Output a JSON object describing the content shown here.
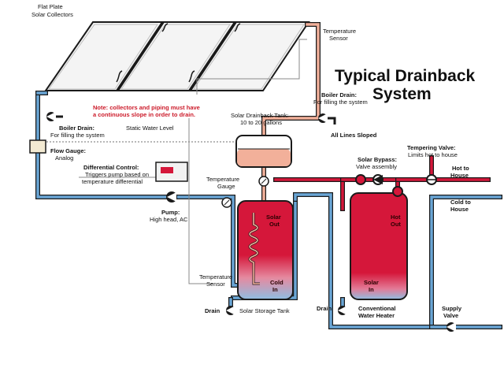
{
  "title": {
    "line1": "Typical Drainback",
    "line2": "System"
  },
  "labels": {
    "collectors": [
      "Flat Plate",
      "Solar Collectors"
    ],
    "temp_sensor_top": [
      "Temperature",
      "Sensor"
    ],
    "note": [
      "Note: collectors and piping must have",
      "a continuous slope in order to drain."
    ],
    "boiler_drain_left": [
      "Boiler Drain:",
      "For filling the system"
    ],
    "boiler_drain_right": [
      "Boiler Drain:",
      "For filling the system"
    ],
    "static_water": "Static Water Level",
    "drainback_tank": [
      "Solar Drainback Tank:",
      "10 to 20 gallons"
    ],
    "all_lines": "All Lines Sloped",
    "flow_gauge": [
      "Flow Gauge:",
      "Analog"
    ],
    "diff_control": [
      "Differential Control:",
      "Triggers pump based on",
      "temperature differential"
    ],
    "temp_gauge": [
      "Temperature",
      "Gauge"
    ],
    "pump": [
      "Pump:",
      "High head, AC"
    ],
    "solar_out": [
      "Solar",
      "Out"
    ],
    "cold_in": [
      "Cold",
      "In"
    ],
    "temp_sensor_bottom": [
      "Temperature",
      "Sensor"
    ],
    "drain_left": "Drain",
    "solar_storage": "Solar Storage Tank",
    "solar_bypass": [
      "Solar Bypass:",
      "Valve assembly"
    ],
    "tempering_valve": [
      "Tempering Valve:",
      "Limits hot to house"
    ],
    "hot_to_house": [
      "Hot to",
      "House"
    ],
    "cold_to_house": [
      "Cold to",
      "House"
    ],
    "hot_out": [
      "Hot",
      "Out"
    ],
    "solar_in": [
      "Solar",
      "In"
    ],
    "drain_right": "Drain",
    "water_heater": [
      "Conventional",
      "Water Heater"
    ],
    "supply_valve": [
      "Supply",
      "Valve"
    ]
  },
  "colors": {
    "hot": "#d5173a",
    "cold": "#6aa6d6",
    "collector": "#f2f2f2",
    "drainback_fill": "#f2b09a",
    "outline": "#1a1a1a"
  }
}
